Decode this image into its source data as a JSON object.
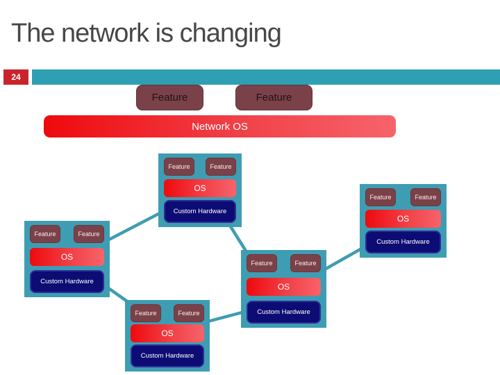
{
  "slide": {
    "title": "The network is changing",
    "page_number": "24"
  },
  "colors": {
    "accent_teal_bar": "#2f9fb4",
    "cluster_teal": "#3e9db3",
    "connector_teal": "#3f9db1",
    "feature_maroon": "#7b4149",
    "os_gradient_start": "#ee0a0e",
    "os_gradient_end": "#f7636b",
    "hardware_navy": "#0c0c74",
    "page_badge_red": "#c9242c",
    "title_gray": "#474747"
  },
  "network_stack": {
    "feature1": "Feature",
    "feature2": "Feature",
    "os_label": "Network OS"
  },
  "clusters": [
    {
      "features": [
        "Feature",
        "Feature"
      ],
      "os": "OS",
      "hardware": "Custom Hardware"
    },
    {
      "features": [
        "Feature",
        "Feature"
      ],
      "os": "OS",
      "hardware": "Custom Hardware"
    },
    {
      "features": [
        "Feature",
        "Feature"
      ],
      "os": "OS",
      "hardware": "Custom Hardware"
    },
    {
      "features": [
        "Feature",
        "Feature"
      ],
      "os": "OS",
      "hardware": "Custom Hardware"
    },
    {
      "features": [
        "Feature",
        "Feature"
      ],
      "os": "OS",
      "hardware": "Custom Hardware"
    }
  ]
}
